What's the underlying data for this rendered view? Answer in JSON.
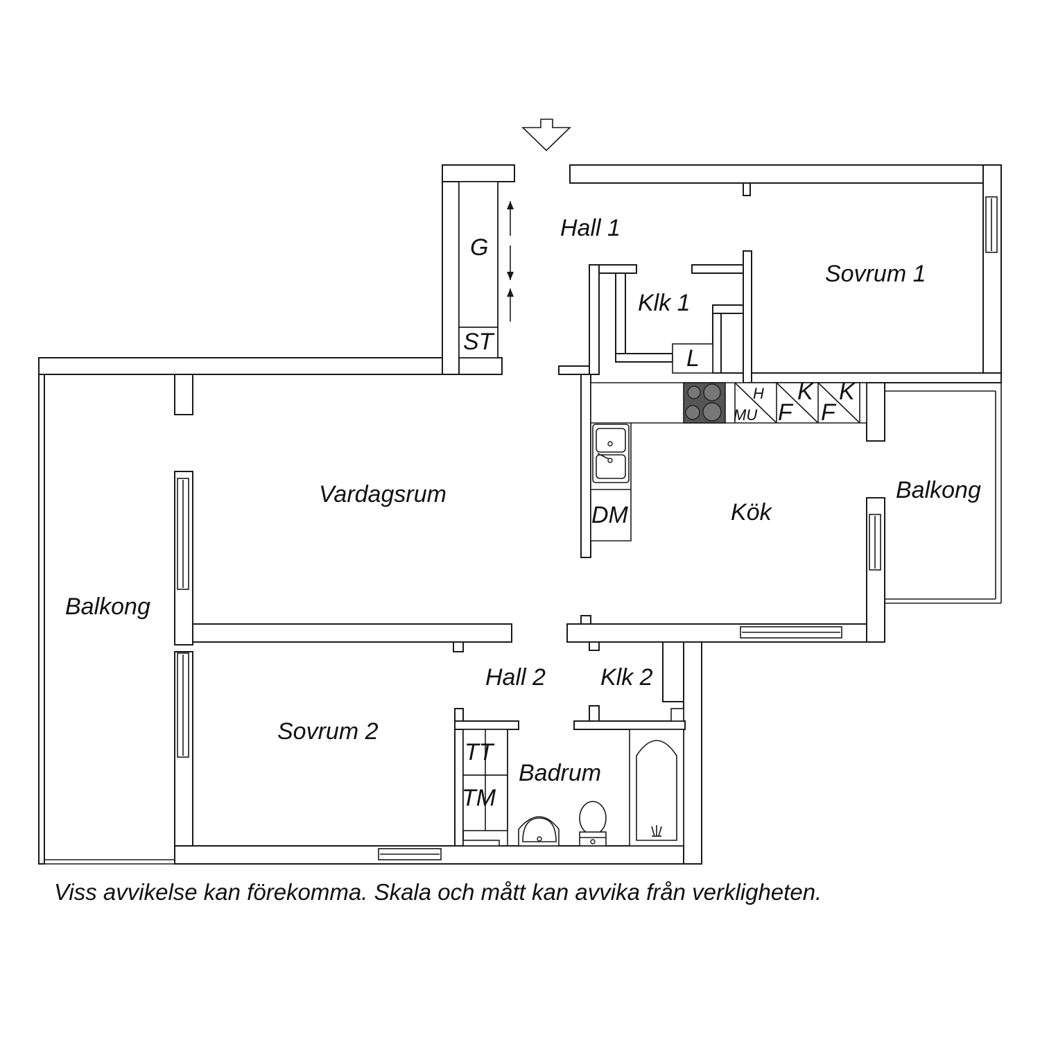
{
  "rooms": {
    "hall_1": "Hall 1",
    "klk_1": "Klk 1",
    "sovrum_1": "Sovrum 1",
    "vardagsrum": "Vardagsrum",
    "kok": "Kök",
    "balkong_right": "Balkong",
    "balkong_left": "Balkong",
    "hall_2": "Hall 2",
    "klk_2": "Klk 2",
    "sovrum_2": "Sovrum 2",
    "badrum": "Badrum"
  },
  "fixtures": {
    "g": "G",
    "st": "ST",
    "l": "L",
    "h": "H",
    "mu": "MU",
    "k1": "K",
    "f1": "F",
    "k2": "K",
    "f2": "F",
    "dm": "DM",
    "tt": "TT",
    "tm": "TM"
  },
  "disclaimer": "Viss avvikelse kan förekomma. Skala och mått kan avvika från verkligheten.",
  "icons": {
    "entrance": "entrance-arrow-icon",
    "stove": "stove-icon",
    "sink": "kitchen-sink-icon",
    "bathtub": "bathtub-icon",
    "toilet": "toilet-icon",
    "washbasin": "washbasin-icon"
  }
}
